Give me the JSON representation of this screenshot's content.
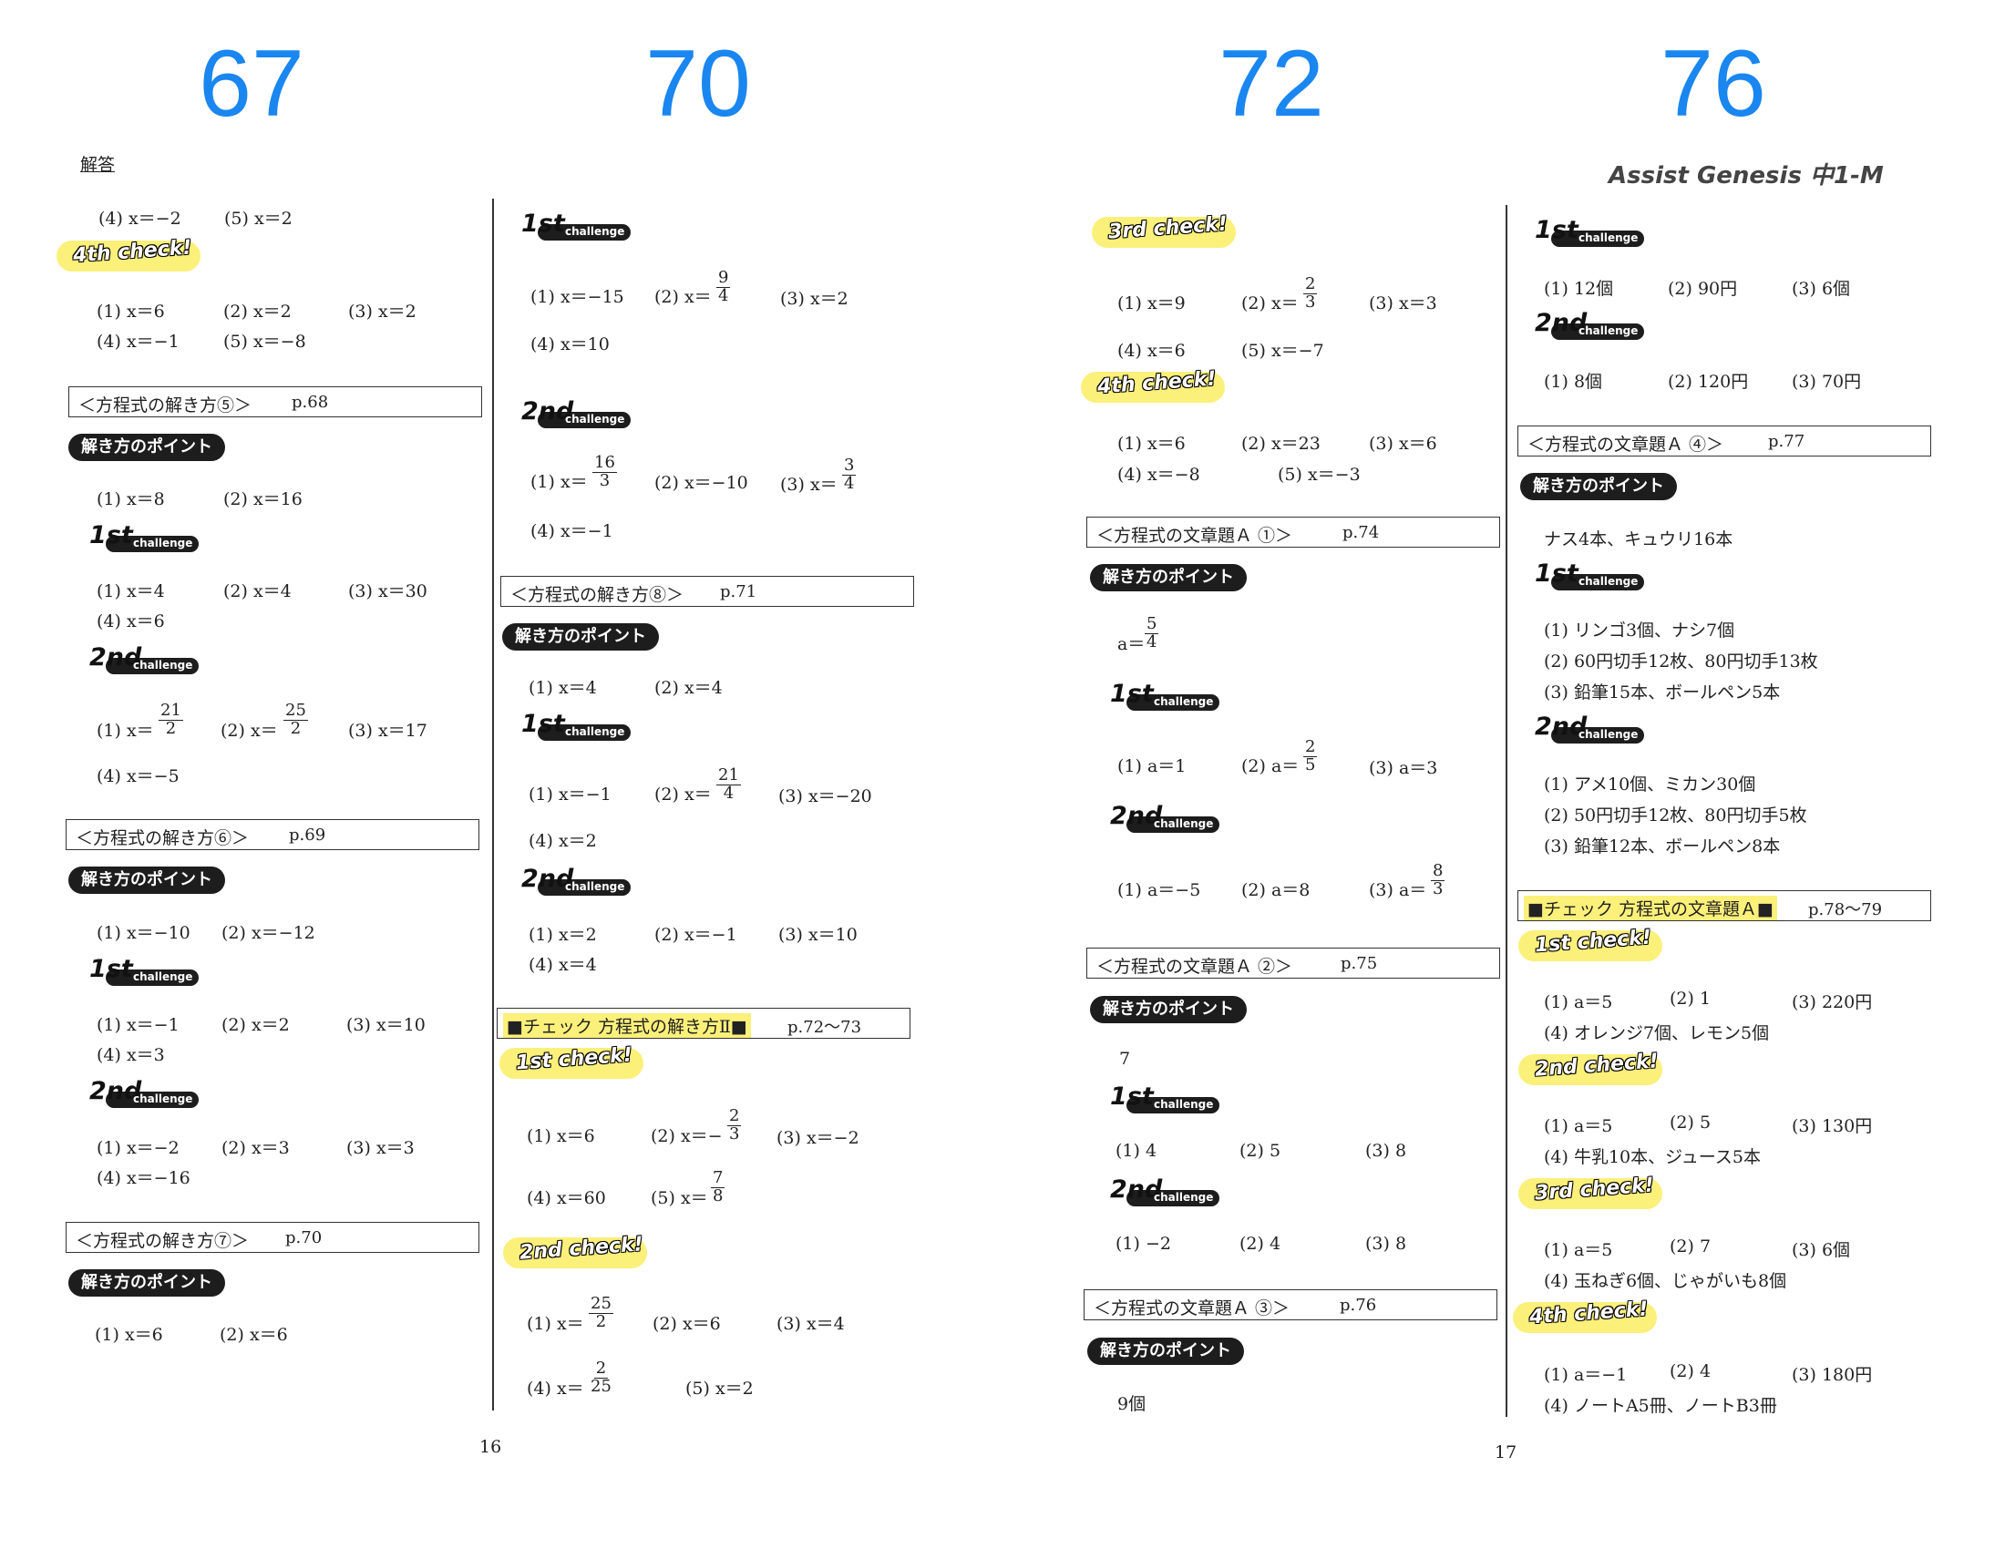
{
  "page_numbers": [
    "67",
    "70",
    "72",
    "76"
  ],
  "header": {
    "kaito": "解答",
    "brand": "Assist Genesis 中1-M"
  },
  "footer": {
    "left": "16",
    "right": "17"
  },
  "labels": {
    "point": "解き方のポイント",
    "c1": "1st",
    "c2": "2nd",
    "challenge": "challenge",
    "k1": "1st check!",
    "k2": "2nd check!",
    "k3": "3rd check!",
    "k4": "4th check!"
  },
  "c1": {
    "top": [
      "(4) x＝−2",
      "(5) x＝2"
    ],
    "k4": [
      "(1) x＝6",
      "(2) x＝2",
      "(3) x＝2",
      "(4) x＝−1",
      "(5) x＝−8"
    ],
    "s5": {
      "title": "＜方程式の解き方⑤＞",
      "page": "p.68",
      "point": [
        "(1) x＝8",
        "(2) x＝16"
      ],
      "ch1": [
        "(1) x＝4",
        "(2) x＝4",
        "(3) x＝30",
        "(4) x＝6"
      ],
      "ch2": [
        "(1) x＝",
        "21",
        "2",
        "(2) x＝",
        "25",
        "2",
        "(3) x＝17",
        "(4) x＝−5"
      ]
    },
    "s6": {
      "title": "＜方程式の解き方⑥＞",
      "page": "p.69",
      "point": [
        "(1) x＝−10",
        "(2) x＝−12"
      ],
      "ch1": [
        "(1) x＝−1",
        "(2) x＝2",
        "(3) x＝10",
        "(4) x＝3"
      ],
      "ch2": [
        "(1) x＝−2",
        "(2) x＝3",
        "(3) x＝3",
        "(4) x＝−16"
      ]
    },
    "s7": {
      "title": "＜方程式の解き方⑦＞",
      "page": "p.70",
      "point": [
        "(1) x＝6",
        "(2) x＝6"
      ]
    }
  },
  "c2": {
    "ch1": [
      "(1) x＝−15",
      "(2) x＝",
      "9",
      "4",
      "(3) x＝2",
      "(4) x＝10"
    ],
    "ch2": [
      "(1) x＝",
      "16",
      "3",
      "(2) x＝−10",
      "(3) x＝",
      "3",
      "4",
      "(4) x＝−1"
    ],
    "s8": {
      "title": "＜方程式の解き方⑧＞",
      "page": "p.71",
      "point": [
        "(1) x＝4",
        "(2) x＝4"
      ],
      "ch1": [
        "(1) x＝−1",
        "(2) x＝",
        "21",
        "4",
        "(3) x＝−20",
        "(4) x＝2"
      ],
      "ch2": [
        "(1) x＝2",
        "(2) x＝−1",
        "(3) x＝10",
        "(4) x＝4"
      ]
    },
    "chk": {
      "title": "■チェック 方程式の解き方Ⅱ■",
      "page": "p.72〜73",
      "k1": [
        "(1) x＝6",
        "(2) x＝−",
        "2",
        "3",
        "(3) x＝−2",
        "(4) x＝60",
        "(5) x＝",
        "7",
        "8"
      ],
      "k2": [
        "(1) x＝",
        "25",
        "2",
        "(2) x＝6",
        "(3) x＝4",
        "(4) x＝",
        "2",
        "25",
        "(5) x＝2"
      ]
    }
  },
  "c3": {
    "k3": [
      "(1) x＝9",
      "(2) x＝",
      "2",
      "3",
      "(3) x＝3",
      "(4) x＝6",
      "(5) x＝−7"
    ],
    "k4": [
      "(1) x＝6",
      "(2) x＝23",
      "(3) x＝6",
      "(4) x＝−8",
      "(5) x＝−3"
    ],
    "a1": {
      "title": "＜方程式の文章題Ａ ①＞",
      "page": "p.74",
      "point": [
        "a＝",
        "5",
        "4"
      ],
      "ch1": [
        "(1) a＝1",
        "(2) a＝",
        "2",
        "5",
        "(3) a＝3"
      ],
      "ch2": [
        "(1) a＝−5",
        "(2) a＝8",
        "(3) a＝",
        "8",
        "3"
      ]
    },
    "a2": {
      "title": "＜方程式の文章題Ａ ②＞",
      "page": "p.75",
      "point": [
        "7"
      ],
      "ch1": [
        "(1) 4",
        "(2) 5",
        "(3) 8"
      ],
      "ch2": [
        "(1) −2",
        "(2) 4",
        "(3) 8"
      ]
    },
    "a3": {
      "title": "＜方程式の文章題Ａ ③＞",
      "page": "p.76",
      "point": [
        "9個"
      ]
    }
  },
  "c4": {
    "ch1": [
      "(1) 12個",
      "(2) 90円",
      "(3) 6個"
    ],
    "ch2": [
      "(1) 8個",
      "(2) 120円",
      "(3) 70円"
    ],
    "a4": {
      "title": "＜方程式の文章題Ａ ④＞",
      "page": "p.77",
      "point": [
        "ナス4本、キュウリ16本"
      ],
      "ch1": [
        "(1) リンゴ3個、ナシ7個",
        "(2) 60円切手12枚、80円切手13枚",
        "(3) 鉛筆15本、ボールペン5本"
      ],
      "ch2": [
        "(1) アメ10個、ミカン30個",
        "(2) 50円切手12枚、80円切手5枚",
        "(3) 鉛筆12本、ボールペン8本"
      ]
    },
    "chk": {
      "title": "■チェック 方程式の文章題Ａ■",
      "page": "p.78〜79",
      "k1": [
        "(1) a＝5",
        "(2) 1",
        "(3) 220円",
        "(4) オレンジ7個、レモン5個"
      ],
      "k2": [
        "(1) a＝5",
        "(2) 5",
        "(3) 130円",
        "(4) 牛乳10本、ジュース5本"
      ],
      "k3": [
        "(1) a＝5",
        "(2) 7",
        "(3) 6個",
        "(4) 玉ねぎ6個、じゃがいも8個"
      ],
      "k4": [
        "(1) a＝−1",
        "(2) 4",
        "(3) 180円",
        "(4) ノートA5冊、ノートB3冊"
      ]
    }
  }
}
